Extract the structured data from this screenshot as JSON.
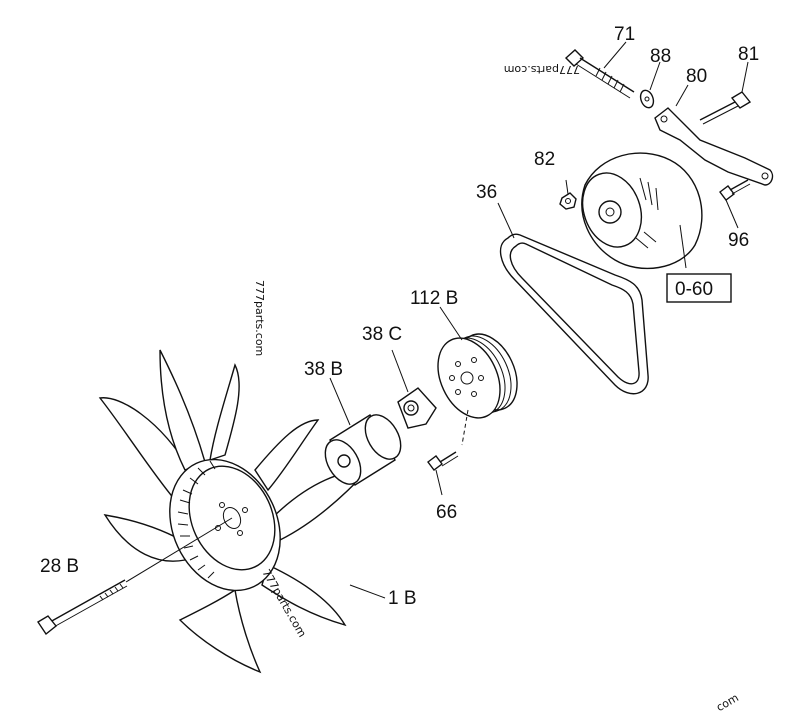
{
  "diagram": {
    "callouts": [
      {
        "key": "c71",
        "text": "71"
      },
      {
        "key": "c88",
        "text": "88"
      },
      {
        "key": "c81",
        "text": "81"
      },
      {
        "key": "c80",
        "text": "80"
      },
      {
        "key": "c82",
        "text": "82"
      },
      {
        "key": "c36",
        "text": "36"
      },
      {
        "key": "c96",
        "text": "96"
      },
      {
        "key": "c060",
        "text": "0-60"
      },
      {
        "key": "c112b",
        "text": "112 B"
      },
      {
        "key": "c38c",
        "text": "38 C"
      },
      {
        "key": "c38b",
        "text": "38 B"
      },
      {
        "key": "c66",
        "text": "66"
      },
      {
        "key": "c28b",
        "text": "28 B"
      },
      {
        "key": "c1b",
        "text": "1 B"
      }
    ],
    "watermarks": [
      {
        "key": "w1",
        "text": "777parts.com"
      },
      {
        "key": "w2",
        "text": "777parts.com"
      },
      {
        "key": "w3",
        "text": "777parts.com"
      },
      {
        "key": "w4",
        "text": "com"
      }
    ],
    "colors": {
      "ink": "#111111",
      "background": "#ffffff"
    }
  }
}
